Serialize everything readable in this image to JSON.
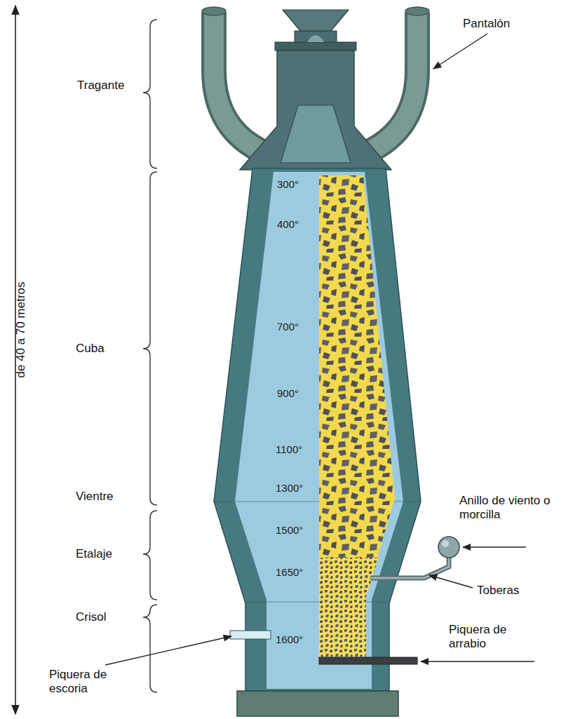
{
  "diagram": {
    "labels": [
      "de 40 a 70 metros",
      "Tragante",
      "Pantalón",
      "Cuba",
      "Vientre",
      "Etalaje",
      "Crisol",
      "Piquera de escoria",
      "300°",
      "400°",
      "700°",
      "900°",
      "1100°",
      "1300°",
      "1500°",
      "1650°",
      "1600°",
      "Anillo de viento o morcilla",
      "Toberas",
      "Piquera de arrabio"
    ]
  }
}
